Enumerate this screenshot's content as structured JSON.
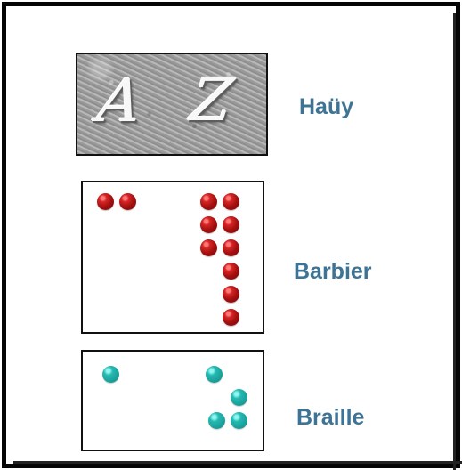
{
  "sections": {
    "hauy": {
      "letters": [
        "A",
        "Z"
      ],
      "label": "Haüy"
    },
    "barbier": {
      "label": "Barbier",
      "dot_color": "#b31a1a"
    },
    "braille": {
      "label": "Braille",
      "dot_color": "#23b9b2"
    }
  },
  "colors": {
    "label": "#3d7495",
    "frame": "#050505"
  }
}
